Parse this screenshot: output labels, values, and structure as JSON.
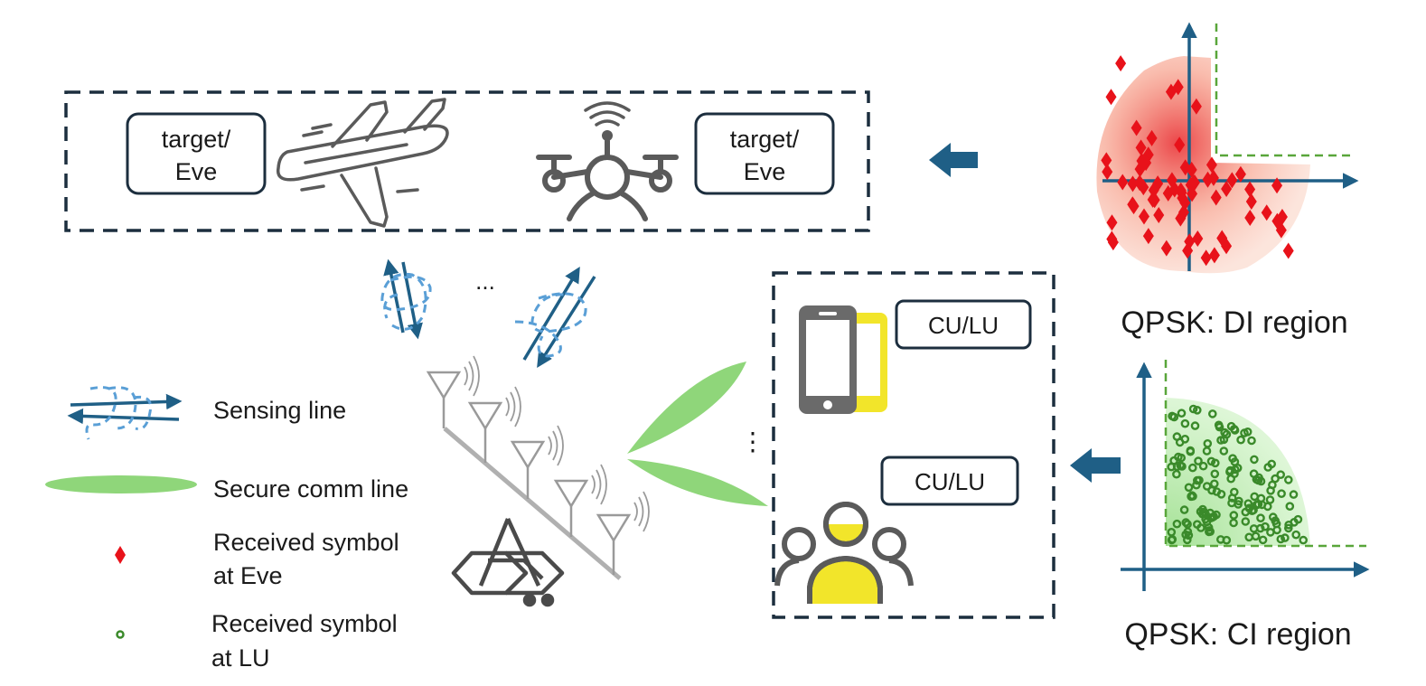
{
  "targets_box": {
    "plane_label": [
      "target/",
      "Eve"
    ],
    "drone_label": [
      "target/",
      "Eve"
    ]
  },
  "users_box": {
    "phone_label": "CU/LU",
    "group_label": "CU/LU"
  },
  "ellipsis": "...",
  "vertical_ellipsis": "⋮",
  "di_region": {
    "caption": "QPSK: DI region",
    "colors": {
      "marker": "#e8121a",
      "glow": "#f26b4a",
      "dashed": "#59a63a",
      "axis": "#1f5f86"
    }
  },
  "ci_region": {
    "caption": "QPSK: CI region",
    "colors": {
      "marker": "#3a8a2a",
      "glow": "#b9ebb0",
      "dashed": "#59a63a",
      "axis": "#1f5f86"
    }
  },
  "legend": {
    "sensing_line": "Sensing line",
    "secure_comm_line": "Secure comm line",
    "received_eve_line1": "Received symbol",
    "received_eve_line2": "at Eve",
    "received_lu_line1": "Received symbol",
    "received_lu_line2": "at LU"
  },
  "icons": [
    "airplane-icon",
    "drone-icon",
    "smartphone-icon",
    "user-group-icon",
    "antenna-array-icon",
    "base-station-icon",
    "arrow-left-icon"
  ],
  "colors": {
    "dark_blue": "#1f5f86",
    "dash_border": "#1c2e3e",
    "beam_green": "#8fd67a",
    "label_border": "#1c2e3e",
    "yellow": "#f2e52a",
    "gray": "#5a5a5a"
  }
}
